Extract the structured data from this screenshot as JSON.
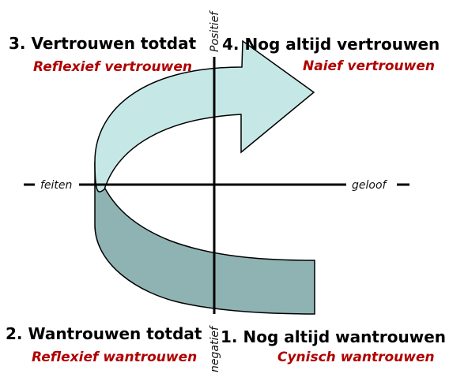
{
  "axes": {
    "top": "Positief",
    "bottom": "negatief",
    "left": "feiten",
    "right": "geloof"
  },
  "quadrants": {
    "q3": {
      "title": "3. Vertrouwen totdat",
      "subtitle": "Reflexief vertrouwen"
    },
    "q4": {
      "title": "4. Nog altijd vertrouwen",
      "subtitle": "Naief vertrouwen"
    },
    "q2": {
      "title": "2. Wantrouwen totdat",
      "subtitle": "Reflexief wantrouwen"
    },
    "q1": {
      "title": "1. Nog altijd wantrouwen",
      "subtitle": "Cynisch wantrouwen"
    }
  },
  "colors": {
    "arrow_top": "#c5e8e6",
    "arrow_bottom": "#8fb3b3",
    "outline": "#000000",
    "subtitle": "#b00000"
  },
  "icons": {
    "arrow": "curved-u-turn-arrow"
  }
}
